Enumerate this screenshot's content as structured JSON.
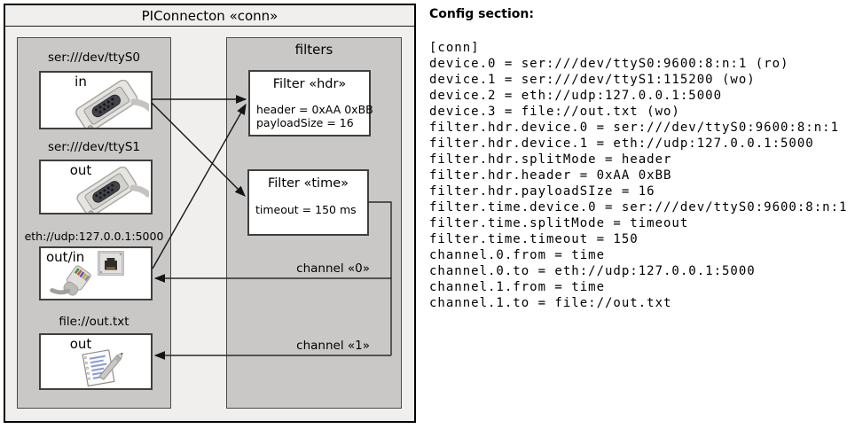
{
  "diagram": {
    "title": "PIConnecton «conn»",
    "filters_label": "filters",
    "devices": [
      {
        "label": "ser:///dev/ttyS0",
        "direction": "in",
        "icon": "serial-connector-icon"
      },
      {
        "label": "ser:///dev/ttyS1",
        "direction": "out",
        "icon": "serial-connector-icon"
      },
      {
        "label": "eth://udp:127.0.0.1:5000",
        "direction": "out/in",
        "icon": "ethernet-port-icon"
      },
      {
        "label": "file://out.txt",
        "direction": "out",
        "icon": "notepad-pencil-icon"
      }
    ],
    "filters": [
      {
        "title": "Filter «hdr»",
        "attributes": [
          "header = 0xAA 0xBB",
          "payloadSize = 16"
        ]
      },
      {
        "title": "Filter «time»",
        "attributes": [
          "timeout = 150 ms"
        ]
      }
    ],
    "channels": [
      {
        "label": "channel «0»"
      },
      {
        "label": "channel «1»"
      }
    ],
    "colors": {
      "outer_fill": "#f0efed",
      "group_fill": "#c9c8c6",
      "node_fill": "#ffffff",
      "line": "#151515"
    }
  },
  "config": {
    "heading": "Config section:",
    "lines": [
      "[conn]",
      "device.0 = ser:///dev/ttyS0:9600:8:n:1 (ro)",
      "device.1 = ser:///dev/ttyS1:115200 (wo)",
      "device.2 = eth://udp:127.0.0.1:5000",
      "device.3 = file://out.txt (wo)",
      "filter.hdr.device.0 = ser:///dev/ttyS0:9600:8:n:1",
      "filter.hdr.device.1 = eth://udp:127.0.0.1:5000",
      "filter.hdr.splitMode = header",
      "filter.hdr.header = 0xAA 0xBB",
      "filter.hdr.payloadSIze = 16",
      "filter.time.device.0 = ser:///dev/ttyS0:9600:8:n:1",
      "filter.time.splitMode = timeout",
      "filter.time.timeout = 150",
      "channel.0.from = time",
      "channel.0.to = eth://udp:127.0.0.1:5000",
      "channel.1.from = time",
      "channel.1.to = file://out.txt"
    ]
  }
}
